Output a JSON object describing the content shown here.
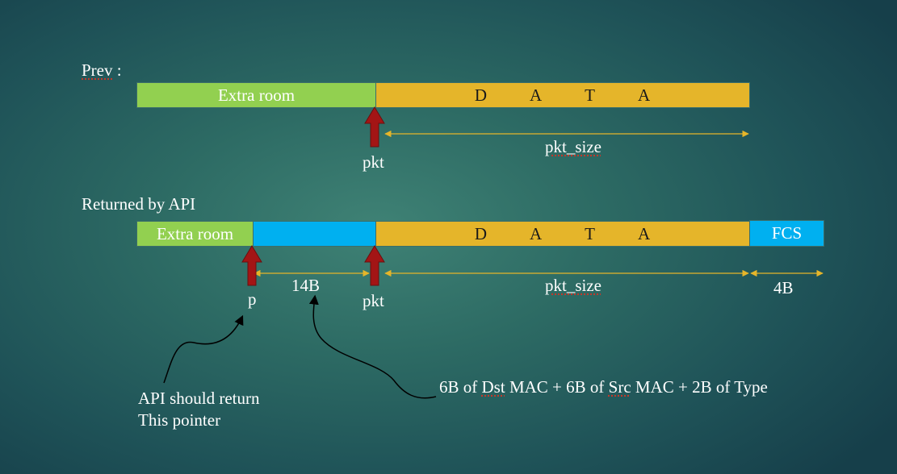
{
  "prev": {
    "title": "Prev :",
    "extra_room": "Extra room",
    "data_letters": [
      "D",
      "A",
      "T",
      "A"
    ],
    "pkt_size": "pkt_size",
    "pkt_label": "pkt"
  },
  "returned": {
    "title": "Returned by API",
    "extra_room": "Extra room",
    "data_letters": [
      "D",
      "A",
      "T",
      "A"
    ],
    "fcs": "FCS",
    "header_size": "14B",
    "pkt_size": "pkt_size",
    "fcs_size": "4B",
    "p_label": "p",
    "pkt_label": "pkt"
  },
  "notes": {
    "api_line1": "API should return",
    "api_line2": "This pointer",
    "header_desc_parts": [
      "6B of ",
      "Dst",
      " MAC + 6B of ",
      "Src",
      " MAC + 2B of Type"
    ]
  },
  "colors": {
    "extra_room": "#92d050",
    "header": "#00b0f0",
    "data": "#e5b52a",
    "fcs": "#00b0f0",
    "arrow": "#a31515",
    "dimension": "#e5b52a"
  }
}
